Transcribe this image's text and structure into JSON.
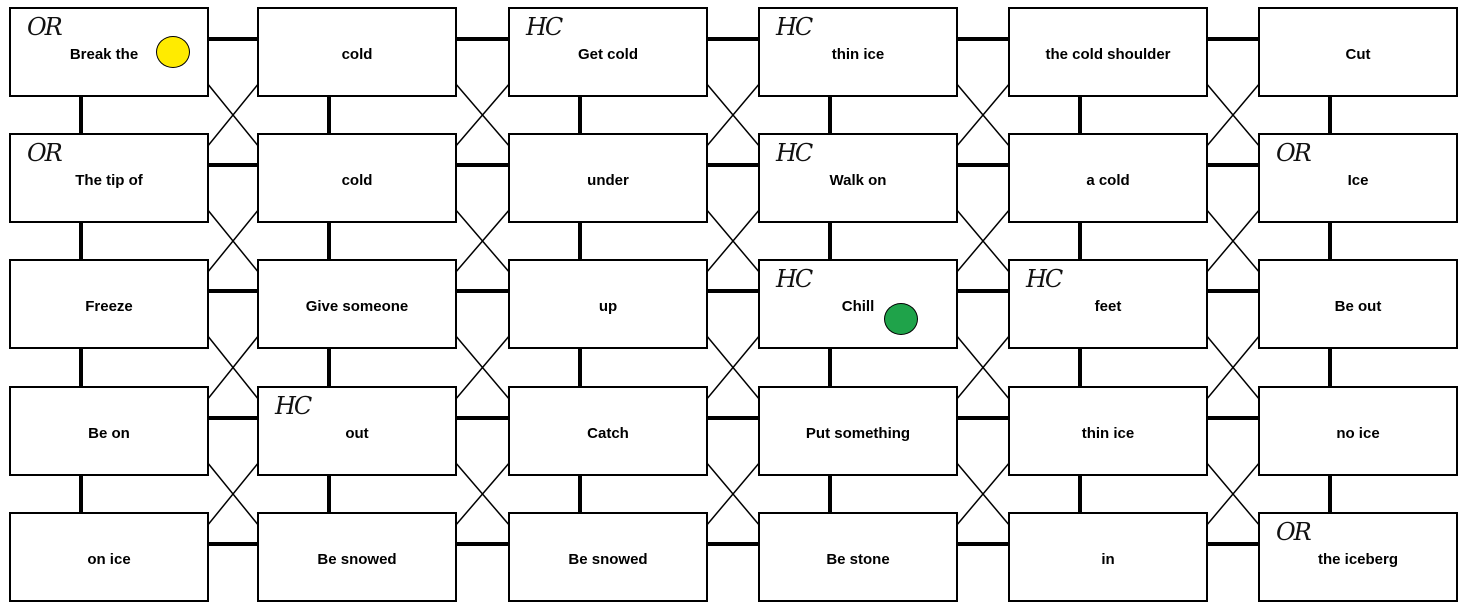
{
  "board": {
    "rows": [
      [
        {
          "text": "Break the",
          "mark": "OR",
          "token": "yellow"
        },
        {
          "text": "cold"
        },
        {
          "text": "Get cold",
          "mark": "HC"
        },
        {
          "text": "thin ice",
          "mark": "HC"
        },
        {
          "text": "the cold shoulder"
        },
        {
          "text": "Cut"
        }
      ],
      [
        {
          "text": "The tip of",
          "mark": "OR"
        },
        {
          "text": "cold"
        },
        {
          "text": "under"
        },
        {
          "text": "Walk on",
          "mark": "HC"
        },
        {
          "text": "a cold"
        },
        {
          "text": "Ice",
          "mark": "OR"
        }
      ],
      [
        {
          "text": "Freeze"
        },
        {
          "text": "Give someone"
        },
        {
          "text": "up"
        },
        {
          "text": "Chill",
          "mark": "HC",
          "token": "green"
        },
        {
          "text": "feet",
          "mark": "HC"
        },
        {
          "text": "Be out"
        }
      ],
      [
        {
          "text": "Be on"
        },
        {
          "text": "out",
          "mark": "HC"
        },
        {
          "text": "Catch"
        },
        {
          "text": "Put something"
        },
        {
          "text": "thin ice"
        },
        {
          "text": "no ice"
        }
      ],
      [
        {
          "text": "on ice"
        },
        {
          "text": "Be snowed"
        },
        {
          "text": "Be snowed"
        },
        {
          "text": "Be stone"
        },
        {
          "text": "in"
        },
        {
          "text": "the iceberg",
          "mark": "OR"
        }
      ]
    ]
  },
  "colors": {
    "tile_border": "#000000",
    "tile_fill": "#ffffff",
    "token_yellow": "#ffeb00",
    "token_green": "#1fa34a"
  }
}
